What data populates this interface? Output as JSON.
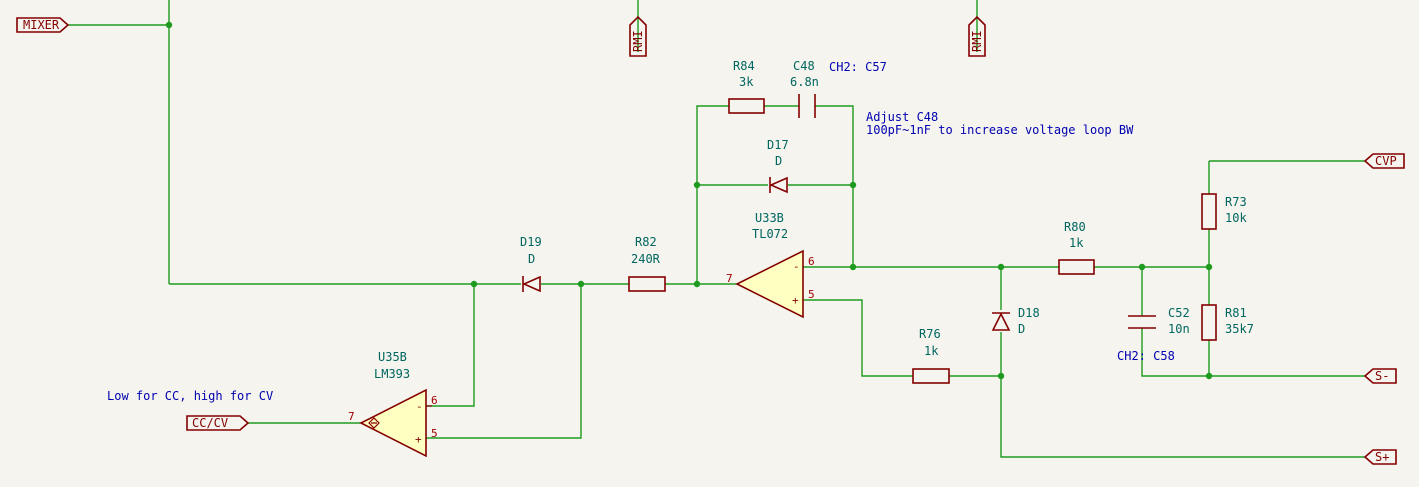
{
  "labels": {
    "mixer": "MIXER",
    "rmi_1": "RMI",
    "rmi_2": "RMI",
    "cvp": "CVP",
    "s_minus": "S-",
    "s_plus": "S+",
    "cc_cv": "CC/CV"
  },
  "components": {
    "r84": {
      "ref": "R84",
      "value": "3k"
    },
    "c48": {
      "ref": "C48",
      "value": "6.8n"
    },
    "d17": {
      "ref": "D17",
      "value": "D"
    },
    "u33b": {
      "ref": "U33B",
      "value": "TL072"
    },
    "d19": {
      "ref": "D19",
      "value": "D"
    },
    "r82": {
      "ref": "R82",
      "value": "240R"
    },
    "r80": {
      "ref": "R80",
      "value": "1k"
    },
    "r73": {
      "ref": "R73",
      "value": "10k"
    },
    "r81": {
      "ref": "R81",
      "value": "35k7"
    },
    "c52": {
      "ref": "C52",
      "value": "10n"
    },
    "d18": {
      "ref": "D18",
      "value": "D"
    },
    "r76": {
      "ref": "R76",
      "value": "1k"
    },
    "u35b": {
      "ref": "U35B",
      "value": "LM393"
    }
  },
  "pins": {
    "u33b_out": "7",
    "u33b_inv": "6",
    "u33b_noninv": "5",
    "u35b_out": "7",
    "u35b_inv": "6",
    "u35b_noninv": "5",
    "minus": "-",
    "plus": "+"
  },
  "notes": {
    "ch2_c57": "CH2: C57",
    "adjust_line1": "Adjust C48",
    "adjust_line2": "100pF~1nF to increase voltage loop BW",
    "ch2_c58": "CH2: C58",
    "low_high": "Low for CC, high for CV"
  },
  "colors": {
    "wire": "#1e9b1e",
    "symbol": "#840000",
    "symbol_fill": "#ffffc2",
    "reference": "#00665f",
    "note": "#0000b0",
    "background": "#f5f4ef"
  }
}
